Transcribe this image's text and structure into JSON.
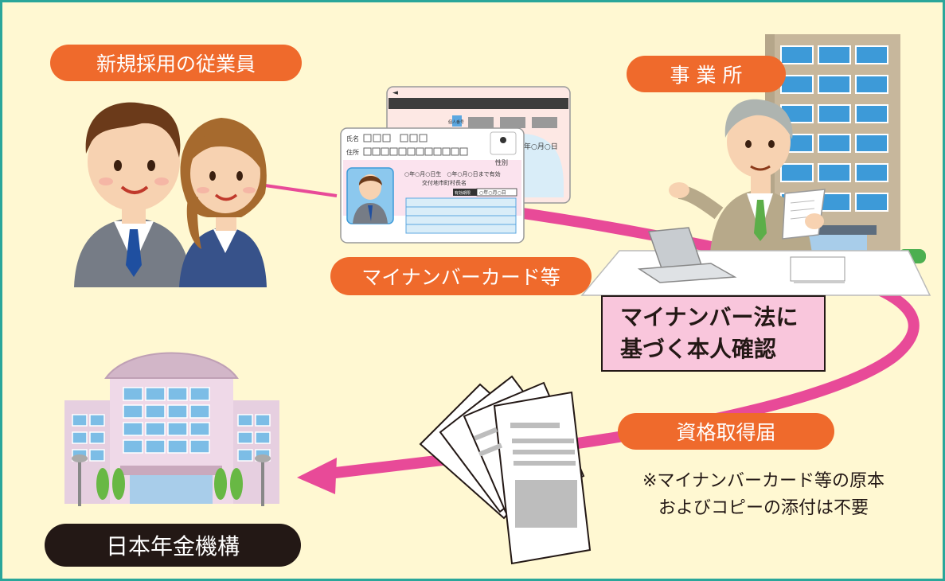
{
  "labels": {
    "new_employee": "新規採用の従業員",
    "office": "事 業 所",
    "card": "マイナンバーカード等",
    "confirm_line1": "マイナンバー法に",
    "confirm_line2": "基づく本人確認",
    "form": "資格取得届",
    "note_line1": "※マイナンバーカード等の原本",
    "note_line2": "およびコピーの添付は不要",
    "pension": "日本年金機構"
  },
  "card_text": {
    "name": "氏名",
    "address": "住所",
    "gender": "性別",
    "birth": "○年○月○日生　○年○月○日まで有効",
    "issuer": "交付地市町村長名",
    "expiry_label": "有効期限",
    "expiry_value": "○年○月○日",
    "back_date": "年○月○日",
    "back_label": "個人番号"
  },
  "colors": {
    "background": "#fff8d2",
    "border": "#2aa69a",
    "label_orange": "#ef6a2c",
    "label_dark": "#231815",
    "flow_arrow": "#e84a98",
    "confirm_box": "#f9c6dc"
  },
  "icons": [
    "employee-man-icon",
    "employee-woman-icon",
    "id-card-icon",
    "office-building-icon",
    "manager-icon",
    "laptop-icon",
    "document-stack-icon",
    "pension-building-icon",
    "flow-arrow-icon"
  ]
}
